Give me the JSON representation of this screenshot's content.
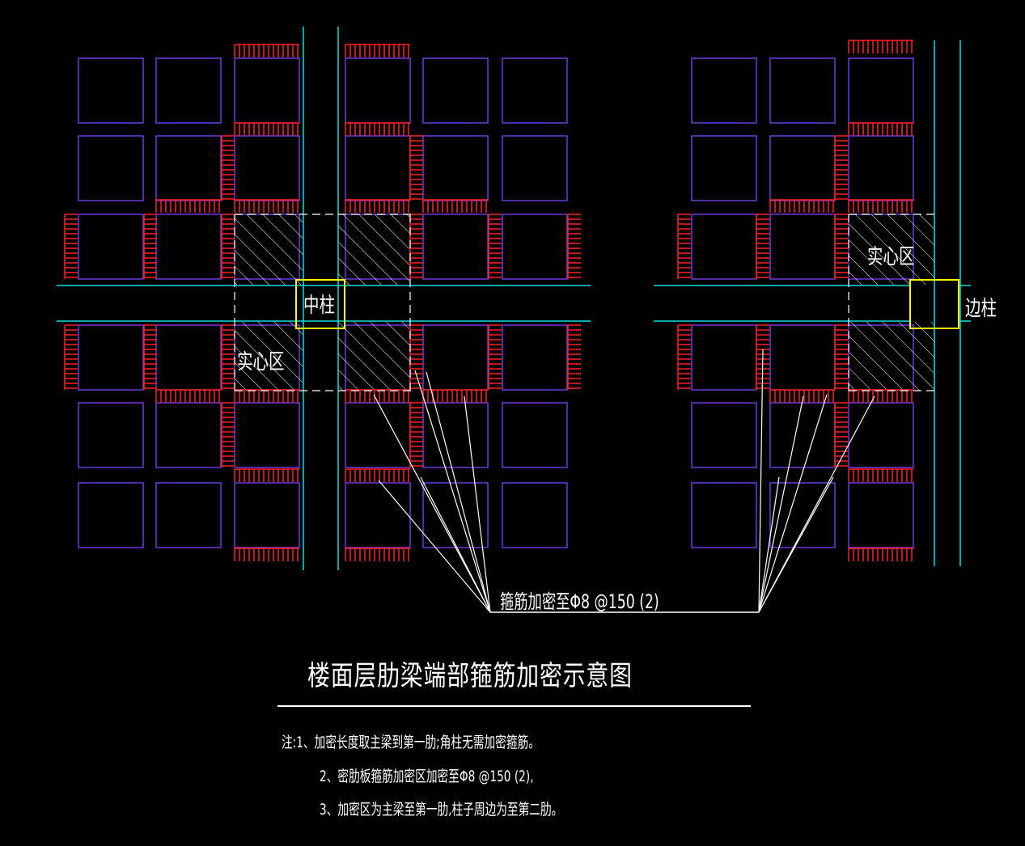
{
  "diagram": {
    "title": "楼面层肋梁端部箍筋加密示意图",
    "labels": {
      "middle_column": "中柱",
      "edge_column": "边柱",
      "solid_zone": "实心区"
    },
    "leader_note": "箍筋加密至Φ8 @150 (2)",
    "notes": [
      "注:1、加密长度取主梁到第一肋;角柱无需加密箍筋。",
      "2、密肋板箍筋加密区加密至Φ8 @150 (2),",
      "3、加密区为主梁至第一肋,柱子周边为至第二肋。"
    ],
    "colors": {
      "background": "#000000",
      "panel_outline": "#8040ff",
      "beam_line": "#00e0e0",
      "stirrup": "#ff2020",
      "column": "#ffff00",
      "hatch": "#ffffff",
      "dashed_boundary": "#ffffff"
    }
  }
}
